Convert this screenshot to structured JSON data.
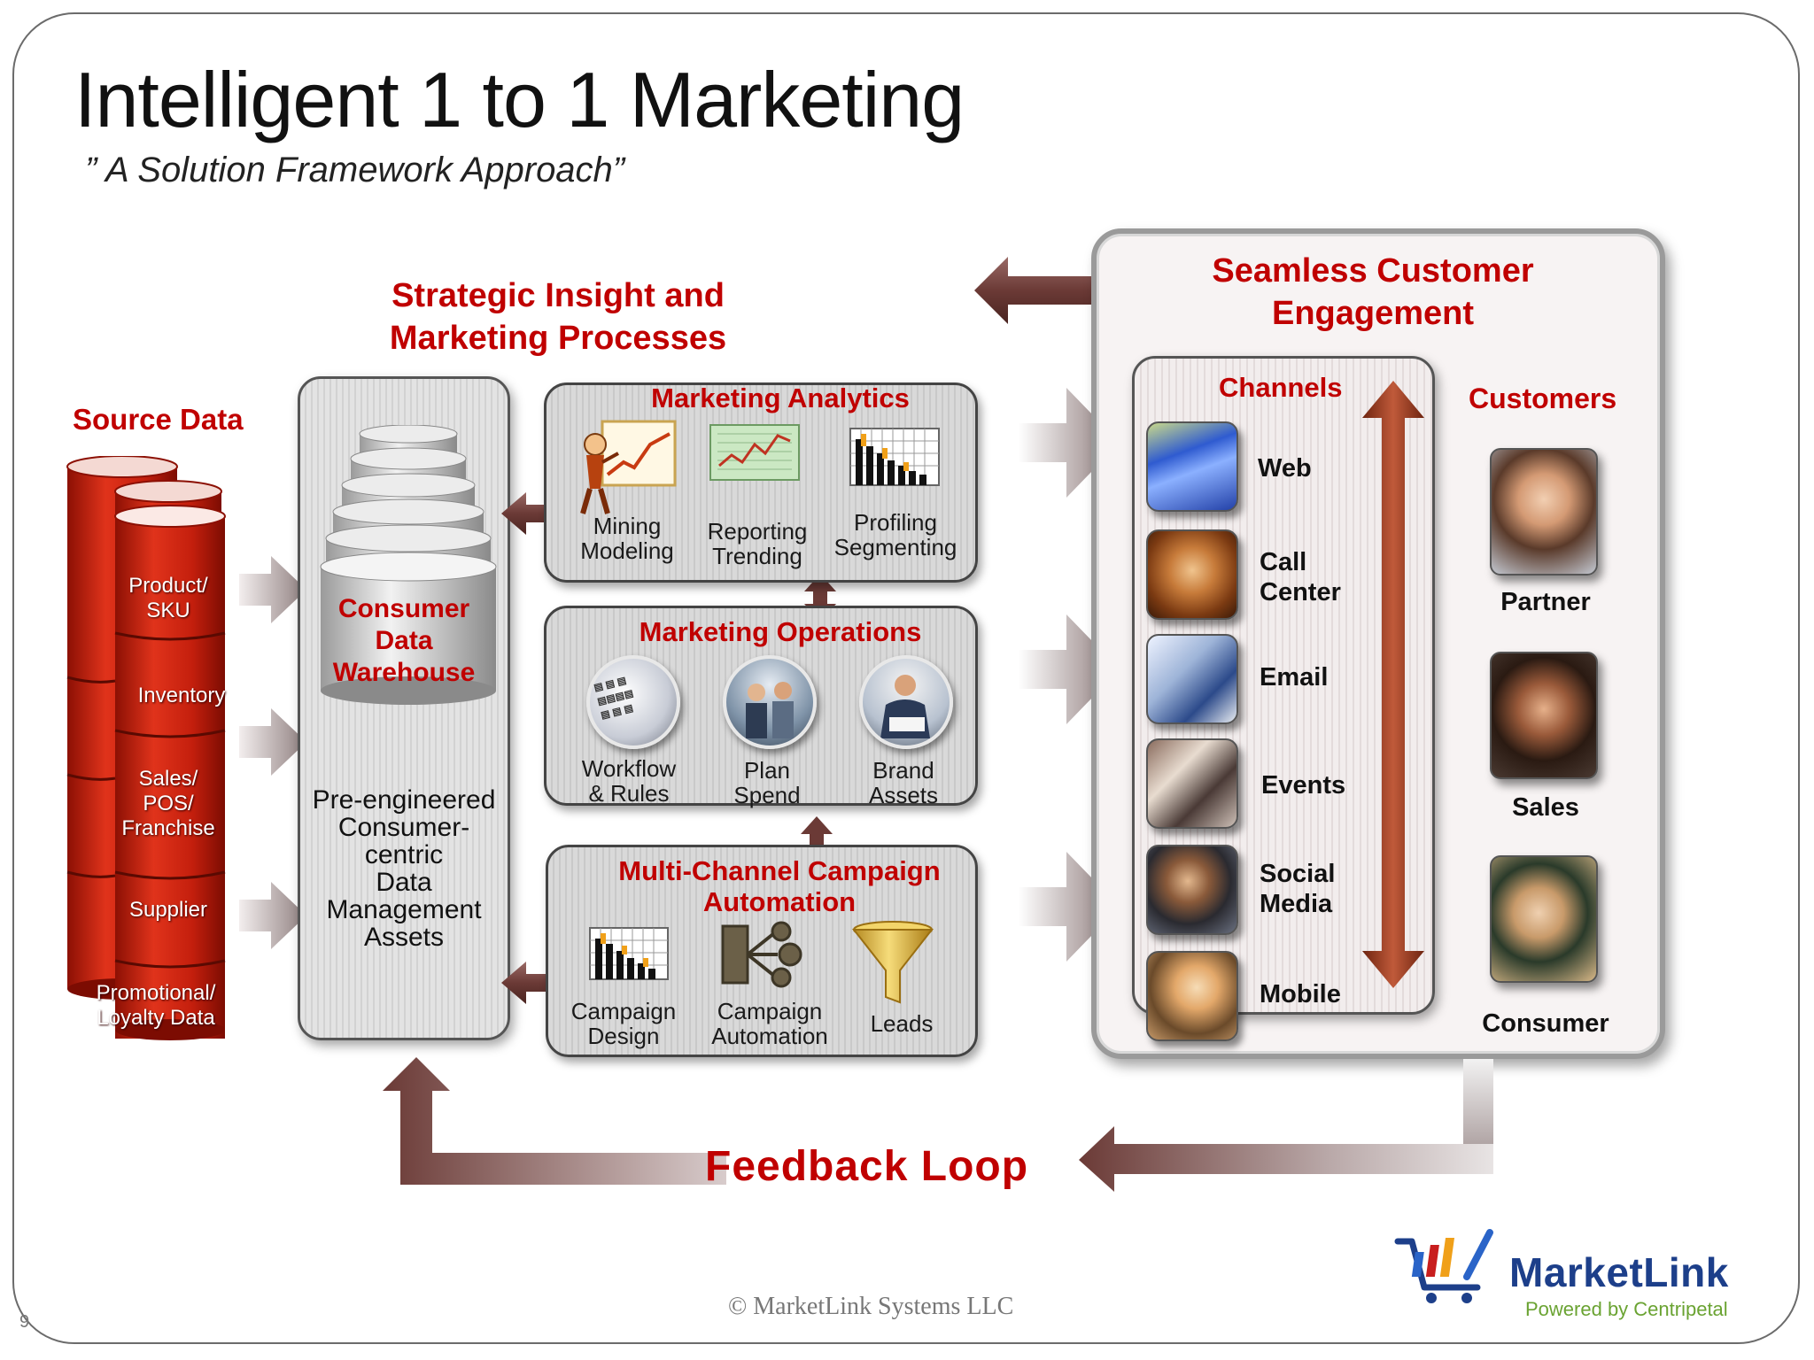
{
  "slide": {
    "title": "Intelligent 1 to 1 Marketing",
    "subtitle": "” A Solution Framework Approach”",
    "page_number": "9",
    "copyright": "© MarketLink Systems LLC"
  },
  "source_data": {
    "heading": "Source Data",
    "items": [
      "Product/ SKU",
      "Inventory",
      "Sales/ POS/ Franchise",
      "Supplier",
      "Promotional/ Loyalty Data"
    ]
  },
  "strategic": {
    "heading_line1": "Strategic Insight and",
    "heading_line2": "Marketing Processes"
  },
  "warehouse": {
    "label_line1": "Consumer",
    "label_line2": "Data",
    "label_line3": "Warehouse",
    "assets_line1": "Pre-engineered",
    "assets_line2": "Consumer-",
    "assets_line3": "centric",
    "assets_line4": "Data",
    "assets_line5": "Management",
    "assets_line6": "Assets"
  },
  "analytics": {
    "heading": "Marketing Analytics",
    "items": [
      {
        "line1": "Mining",
        "line2": "Modeling"
      },
      {
        "line1": "Reporting",
        "line2": "Trending"
      },
      {
        "line1": "Profiling",
        "line2": "Segmenting"
      }
    ]
  },
  "operations": {
    "heading": "Marketing  Operations",
    "items": [
      {
        "line1": "Workflow",
        "line2": "& Rules"
      },
      {
        "line1": "Plan",
        "line2": "Spend"
      },
      {
        "line1": "Brand",
        "line2": "Assets"
      }
    ]
  },
  "campaign": {
    "heading_line1": "Multi-Channel Campaign",
    "heading_line2": "Automation",
    "items": [
      {
        "line1": "Campaign",
        "line2": "Design"
      },
      {
        "line1": "Campaign",
        "line2": "Automation"
      },
      {
        "line1": "Leads",
        "line2": ""
      }
    ]
  },
  "engagement": {
    "heading_line1": "Seamless Customer",
    "heading_line2": "Engagement",
    "channels_heading": "Channels",
    "channels": [
      {
        "line1": "Web",
        "line2": ""
      },
      {
        "line1": "Call",
        "line2": "Center"
      },
      {
        "line1": "Email",
        "line2": ""
      },
      {
        "line1": "Events",
        "line2": ""
      },
      {
        "line1": "Social",
        "line2": "Media"
      },
      {
        "line1": "Mobile",
        "line2": ""
      }
    ],
    "customers_heading": "Customers",
    "customers": [
      "Partner",
      "Sales",
      "Consumer"
    ]
  },
  "feedback": {
    "label": "Feedback Loop"
  },
  "logo": {
    "name": "MarketLink",
    "tagline": "Powered by Centripetal"
  },
  "colors": {
    "accent_red": "#c00000",
    "arrow_brown": "#7a4a46",
    "cylinder_red": "#c9200f"
  }
}
